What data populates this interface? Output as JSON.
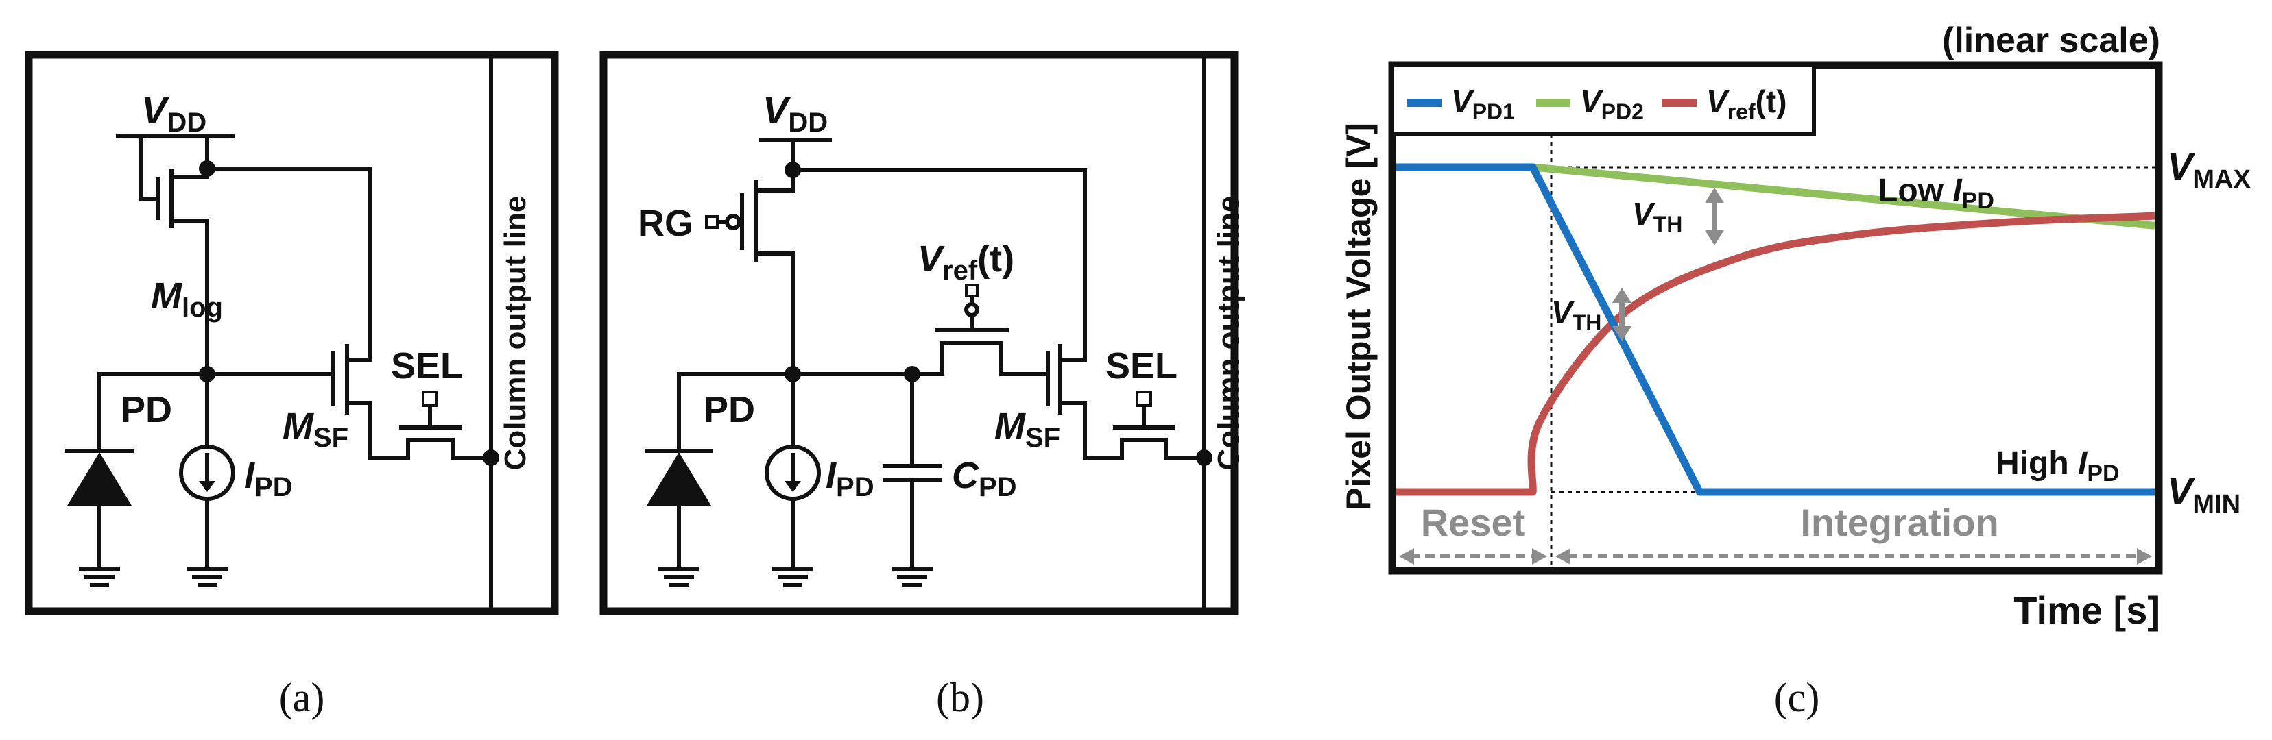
{
  "panels": {
    "a": {
      "caption": "(a)",
      "vdd": {
        "main": "V",
        "sub": "DD"
      },
      "m_log": {
        "main": "M",
        "sub": "log"
      },
      "pd": "PD",
      "m_sf": {
        "main": "M",
        "sub": "SF"
      },
      "sel": "SEL",
      "i_pd": {
        "main": "I",
        "sub": "PD"
      },
      "column_line": "Column output line"
    },
    "b": {
      "caption": "(b)",
      "vdd": {
        "main": "V",
        "sub": "DD"
      },
      "rg": "RG",
      "vref": {
        "main": "V",
        "sub": "ref",
        "tail": "(t)"
      },
      "pd": "PD",
      "m_sf": {
        "main": "M",
        "sub": "SF"
      },
      "sel": "SEL",
      "i_pd": {
        "main": "I",
        "sub": "PD"
      },
      "c_pd": {
        "main": "C",
        "sub": "PD"
      },
      "column_line": "Column output line"
    },
    "c": {
      "caption": "(c)",
      "scale_note": "(linear scale)",
      "y_label": "Pixel Output Voltage [V]",
      "x_label": "Time [s]",
      "legend": [
        {
          "main": "V",
          "sub": "PD1",
          "tail": "",
          "color": "#1b72c0"
        },
        {
          "main": "V",
          "sub": "PD2",
          "tail": "",
          "color": "#8fbf5a"
        },
        {
          "main": "V",
          "sub": "ref",
          "tail": "(t)",
          "color": "#c0504d"
        }
      ],
      "vmax": {
        "main": "V",
        "sub": "MAX"
      },
      "vmin": {
        "main": "V",
        "sub": "MIN"
      },
      "low_ipd": {
        "pre": "Low ",
        "main": "I",
        "sub": "PD"
      },
      "high_ipd": {
        "pre": "High ",
        "main": "I",
        "sub": "PD"
      },
      "vth_upper": {
        "main": "V",
        "sub": "TH"
      },
      "vth_lower": {
        "main": "V",
        "sub": "TH"
      },
      "reset_label": "Reset",
      "integration_label": "Integration",
      "gray_color": "#8c8c8c"
    }
  },
  "chart_data": {
    "type": "line",
    "title": "",
    "xlabel": "Time [s]",
    "ylabel": "Pixel Output Voltage [V]",
    "note": "(linear scale)",
    "x_phases": [
      "Reset",
      "Integration"
    ],
    "y_levels": [
      "V_MAX",
      "V_MIN"
    ],
    "series": [
      {
        "name": "V_PD1",
        "color": "#1b72c0",
        "x": [
          0,
          0.18,
          0.4,
          1.0
        ],
        "y": [
          1.0,
          1.0,
          0.0,
          0.0
        ]
      },
      {
        "name": "V_PD2",
        "color": "#8fbf5a",
        "x": [
          0,
          0.18,
          1.0
        ],
        "y": [
          1.0,
          1.0,
          0.82
        ]
      },
      {
        "name": "V_ref(t)",
        "color": "#c0504d",
        "x": [
          0,
          0.18,
          0.19,
          0.3,
          0.45,
          0.6,
          0.8,
          1.0
        ],
        "y": [
          0.0,
          0.0,
          0.22,
          0.55,
          0.72,
          0.79,
          0.83,
          0.85
        ]
      }
    ]
  }
}
